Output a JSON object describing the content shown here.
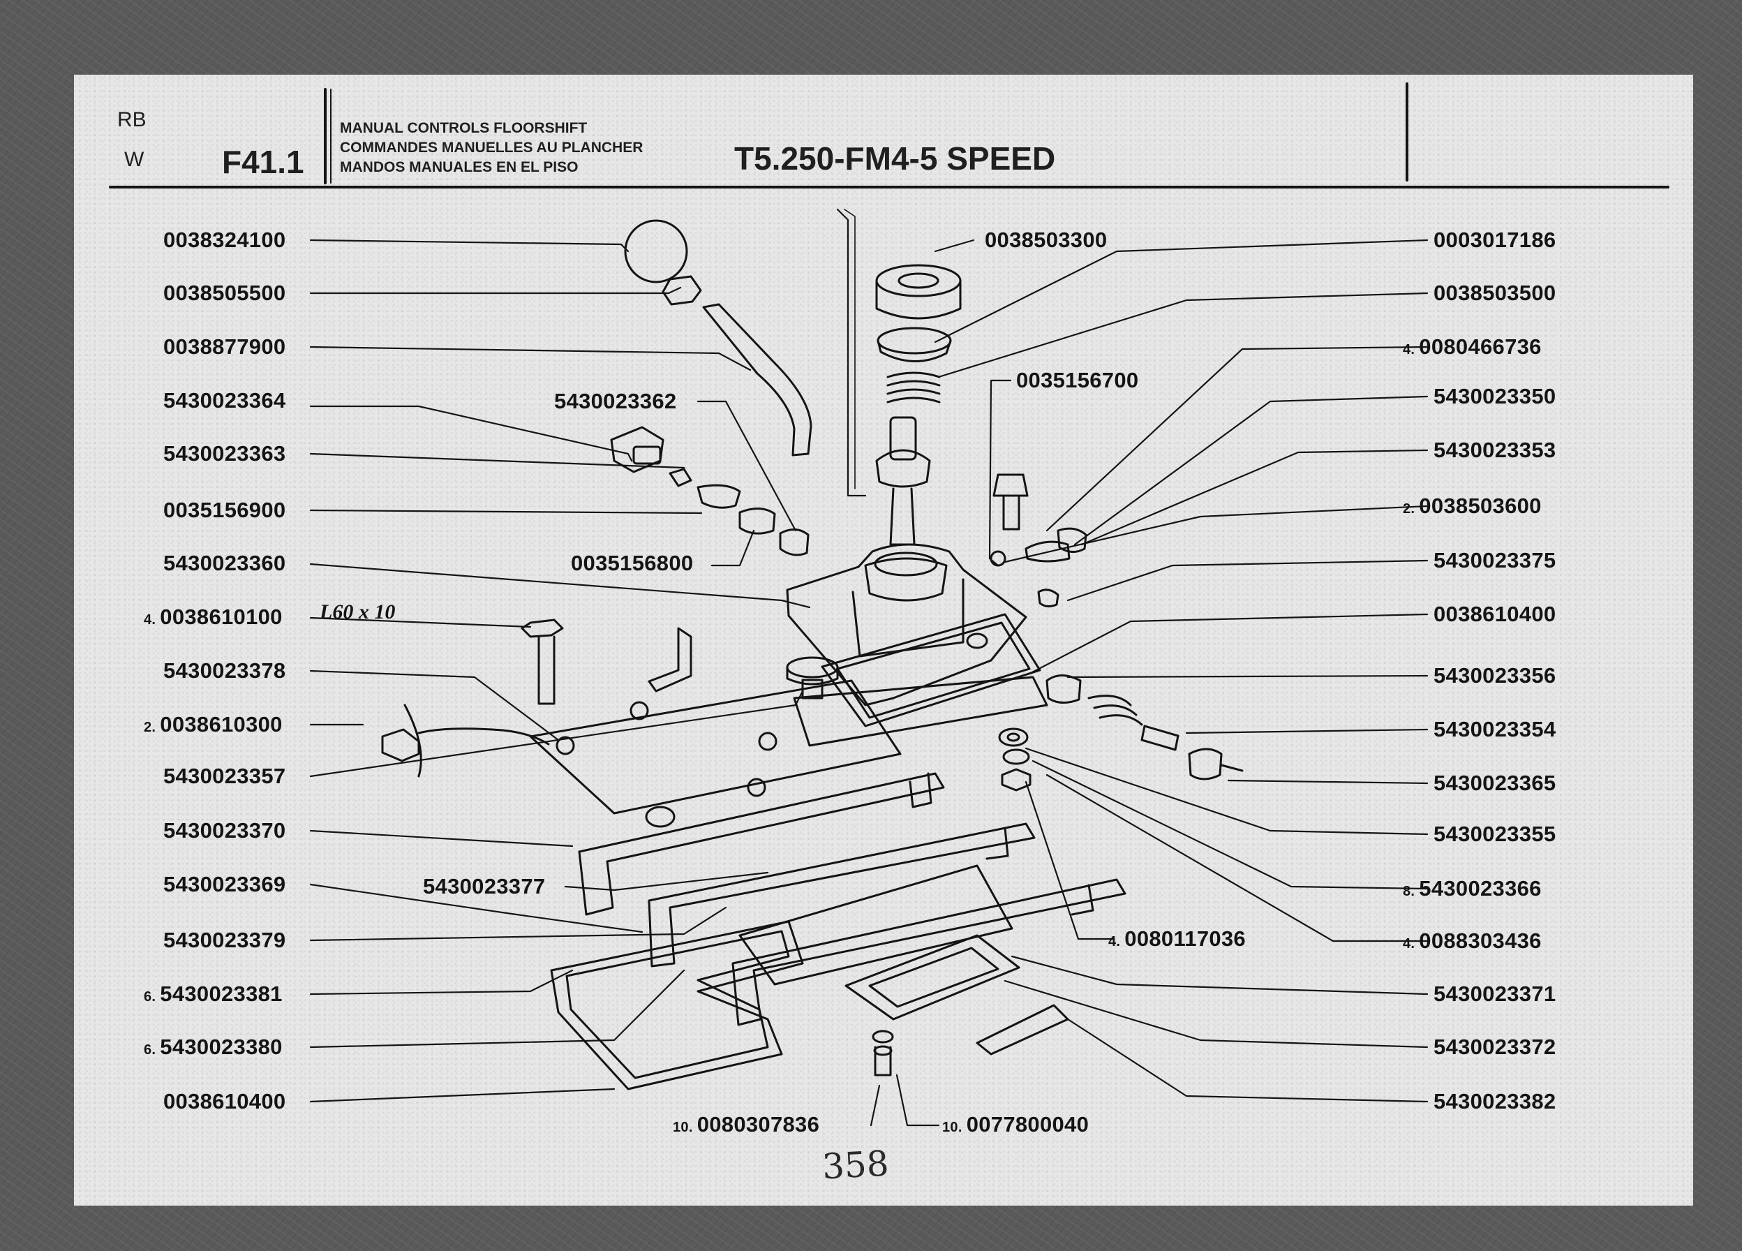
{
  "header": {
    "rb": "RB",
    "w": "W",
    "code": "F41.1",
    "title_en": "MANUAL CONTROLS FLOORSHIFT",
    "title_fr": "COMMANDES MANUELLES AU PLANCHER",
    "title_es": "MANDOS MANUALES EN EL PISO",
    "model": "T5.250-FM4-5 SPEED"
  },
  "callouts_left": [
    {
      "qty": "",
      "part": "0038324100"
    },
    {
      "qty": "",
      "part": "0038505500"
    },
    {
      "qty": "",
      "part": "0038877900"
    },
    {
      "qty": "",
      "part": "5430023364"
    },
    {
      "qty": "",
      "part": "5430023363"
    },
    {
      "qty": "",
      "part": "0035156900"
    },
    {
      "qty": "",
      "part": "5430023360"
    },
    {
      "qty": "4.",
      "part": "0038610100"
    },
    {
      "qty": "",
      "part": "5430023378"
    },
    {
      "qty": "2.",
      "part": "0038610300"
    },
    {
      "qty": "",
      "part": "5430023357"
    },
    {
      "qty": "",
      "part": "5430023370"
    },
    {
      "qty": "",
      "part": "5430023369"
    },
    {
      "qty": "",
      "part": "5430023379"
    },
    {
      "qty": "6.",
      "part": "5430023381"
    },
    {
      "qty": "6.",
      "part": "5430023380"
    },
    {
      "qty": "",
      "part": "0038610400"
    }
  ],
  "callouts_right": [
    {
      "qty": "",
      "part": "0003017186"
    },
    {
      "qty": "",
      "part": "0038503500"
    },
    {
      "qty": "4.",
      "part": "0080466736"
    },
    {
      "qty": "",
      "part": "5430023350"
    },
    {
      "qty": "",
      "part": "5430023353"
    },
    {
      "qty": "2.",
      "part": "0038503600"
    },
    {
      "qty": "",
      "part": "5430023375"
    },
    {
      "qty": "",
      "part": "0038610400"
    },
    {
      "qty": "",
      "part": "5430023356"
    },
    {
      "qty": "",
      "part": "5430023354"
    },
    {
      "qty": "",
      "part": "5430023365"
    },
    {
      "qty": "",
      "part": "5430023355"
    },
    {
      "qty": "8.",
      "part": "5430023366"
    },
    {
      "qty": "4.",
      "part": "0088303436"
    },
    {
      "qty": "",
      "part": "5430023371"
    },
    {
      "qty": "",
      "part": "5430023372"
    },
    {
      "qty": "",
      "part": "5430023382"
    }
  ],
  "callouts_inner": [
    {
      "qty": "",
      "part": "0038503300"
    },
    {
      "qty": "",
      "part": "0035156700"
    },
    {
      "qty": "",
      "part": "5430023362"
    },
    {
      "qty": "",
      "part": "0035156800"
    },
    {
      "qty": "",
      "part": "5430023377"
    },
    {
      "qty": "4.",
      "part": "0080117036"
    },
    {
      "qty": "10.",
      "part": "0080307836"
    },
    {
      "qty": "10.",
      "part": "0077800040"
    }
  ],
  "bolt_note": "L60 x 10",
  "page_number": "358",
  "colors": {
    "ink": "#141414",
    "paper": "#e7e7e7",
    "background": "#575757"
  }
}
